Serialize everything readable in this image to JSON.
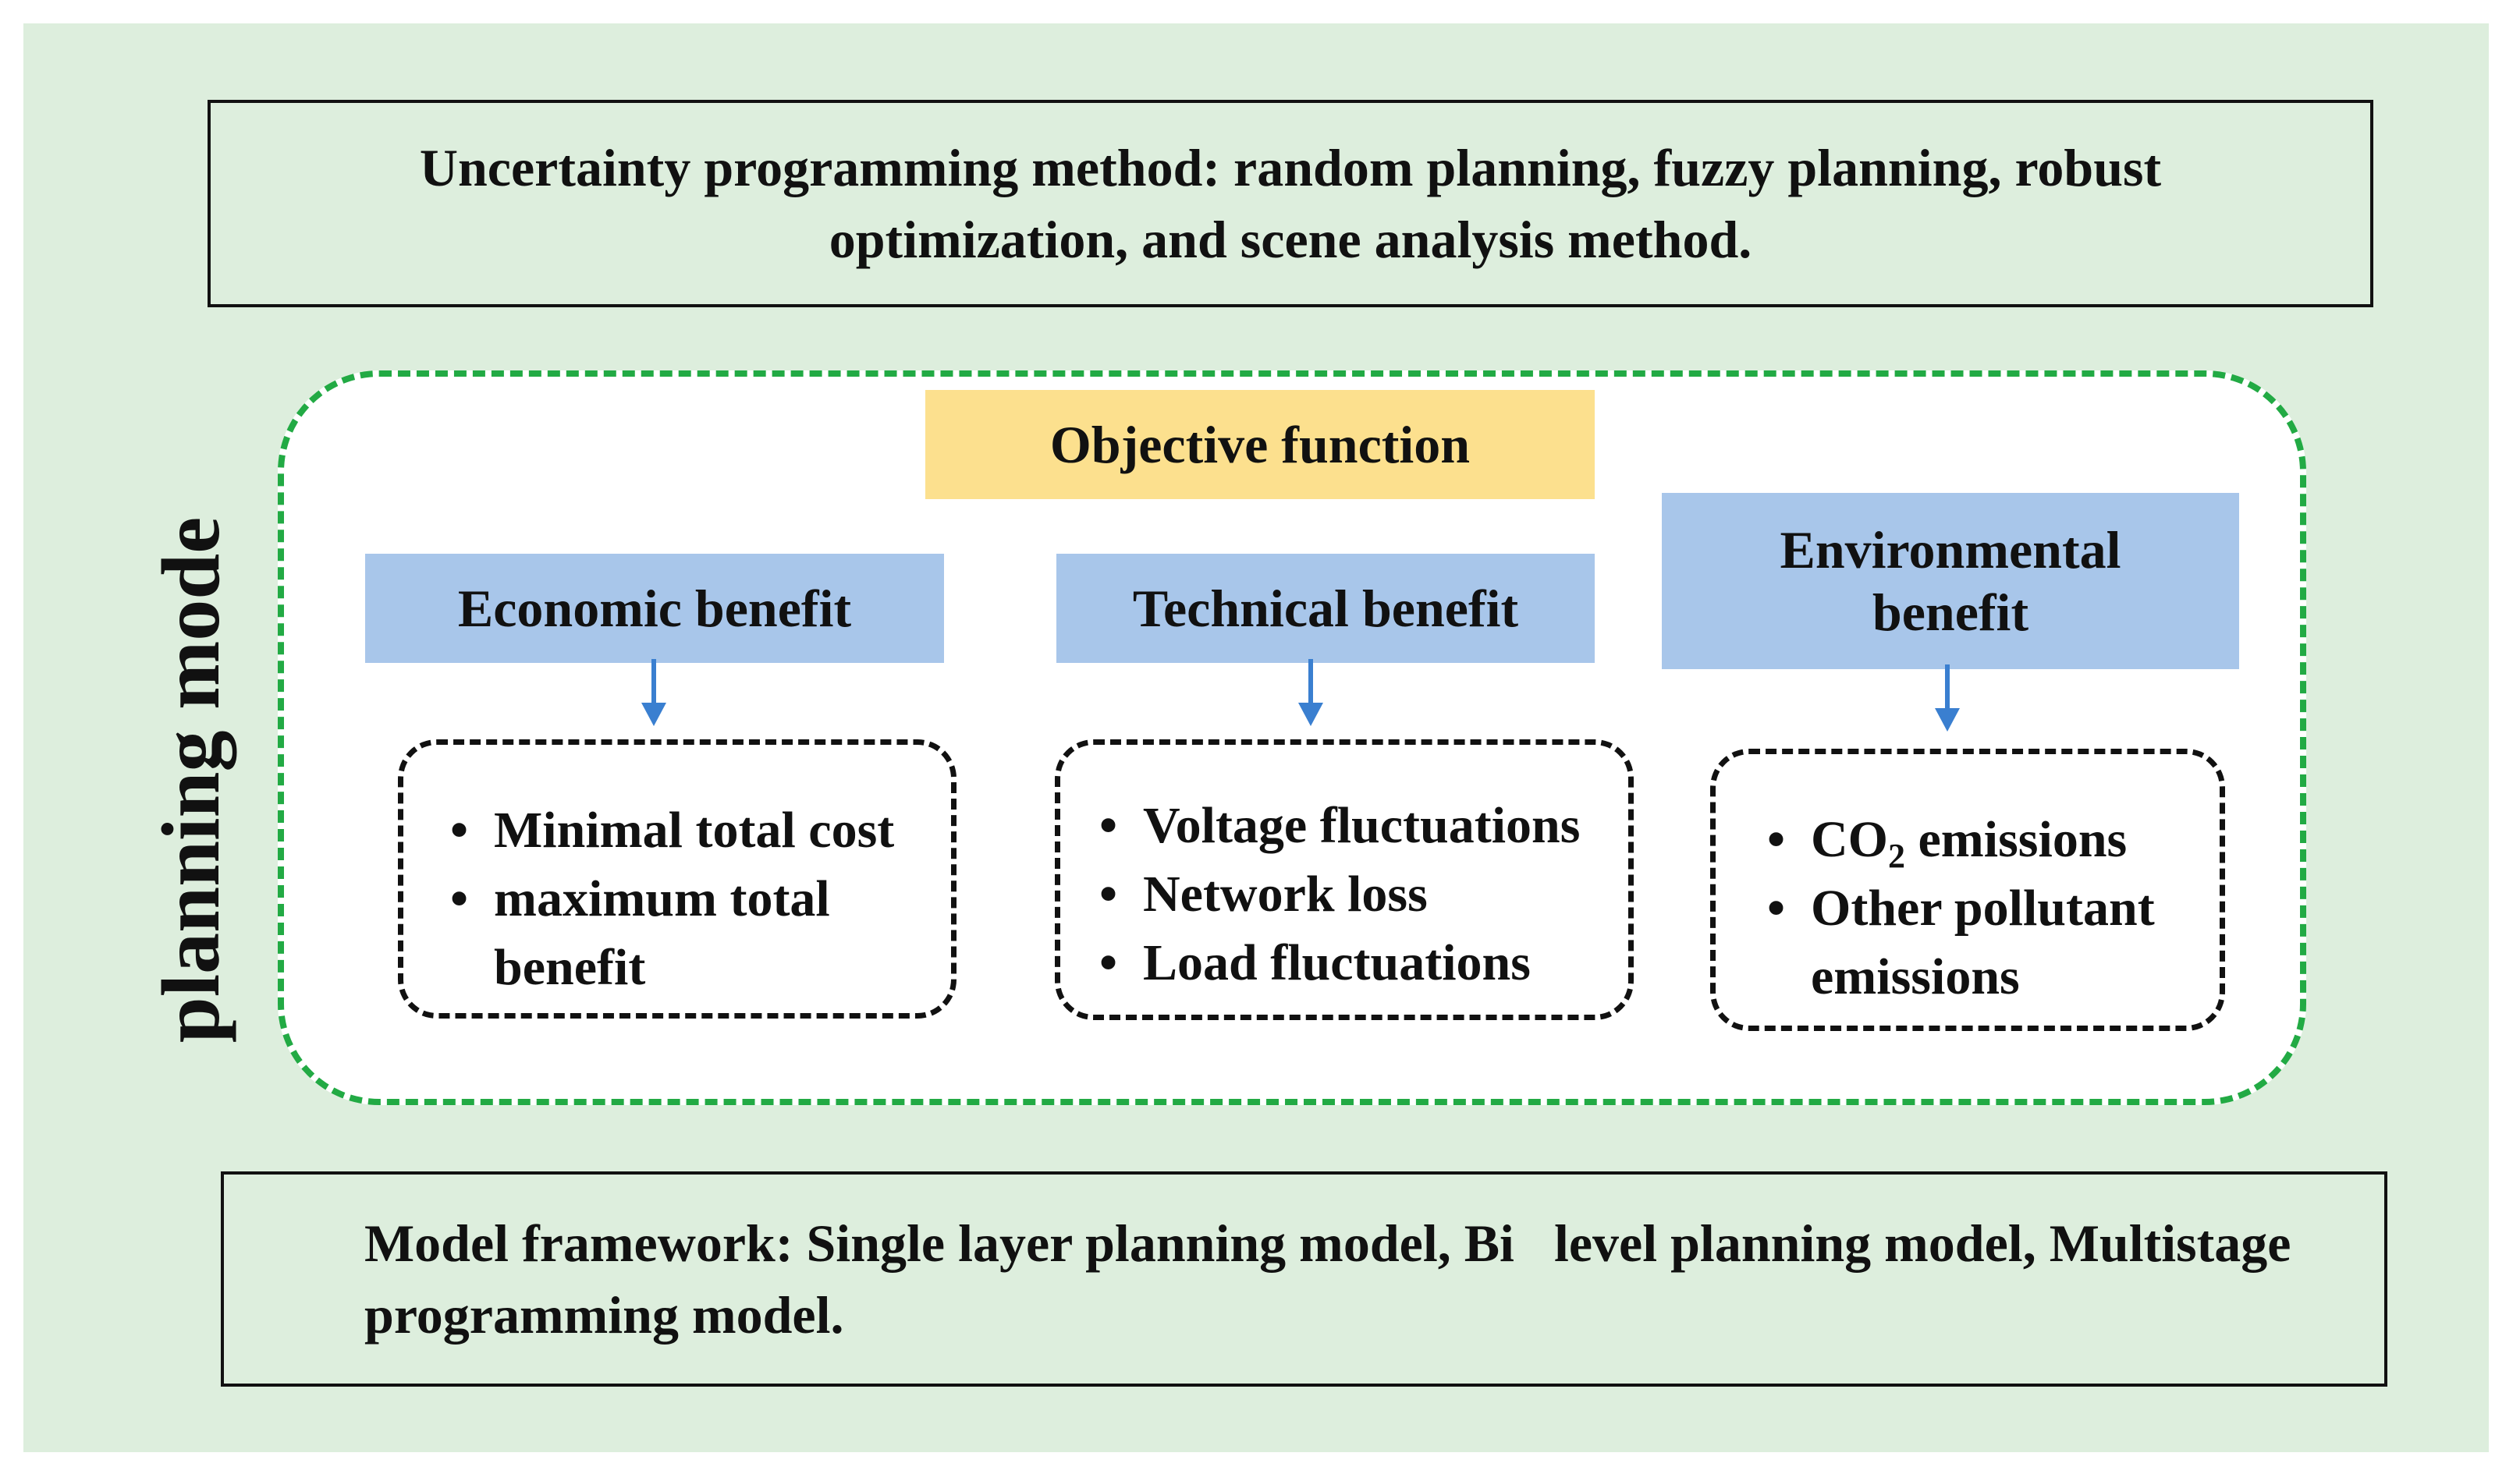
{
  "uncertainty_text": "Uncertainty programming method: random planning, fuzzy planning, robust optimization, and scene analysis method.",
  "side_label": "planning mode",
  "objective": "Objective function",
  "benefits": {
    "economic": {
      "title": "Economic benefit",
      "items": [
        "Minimal total cost",
        "maximum total benefit"
      ]
    },
    "technical": {
      "title": "Technical benefit",
      "items": [
        "Voltage fluctuations",
        "Network loss",
        "Load fluctuations"
      ]
    },
    "environmental": {
      "title": "Environmental benefit",
      "items": [
        "CO",
        "2",
        " emissions",
        "Other pollutant emissions"
      ]
    }
  },
  "bullet_glyph": "•",
  "framework_text": "Model framework: Single layer planning model, Bi   level planning model, Multistage programming model.",
  "colors": {
    "background_panel": "#ddeedd",
    "dashed_frame": "#22aa44",
    "objective_fill": "#fce08e",
    "benefit_fill": "#a8c6ea",
    "arrow": "#3a7fd0"
  }
}
